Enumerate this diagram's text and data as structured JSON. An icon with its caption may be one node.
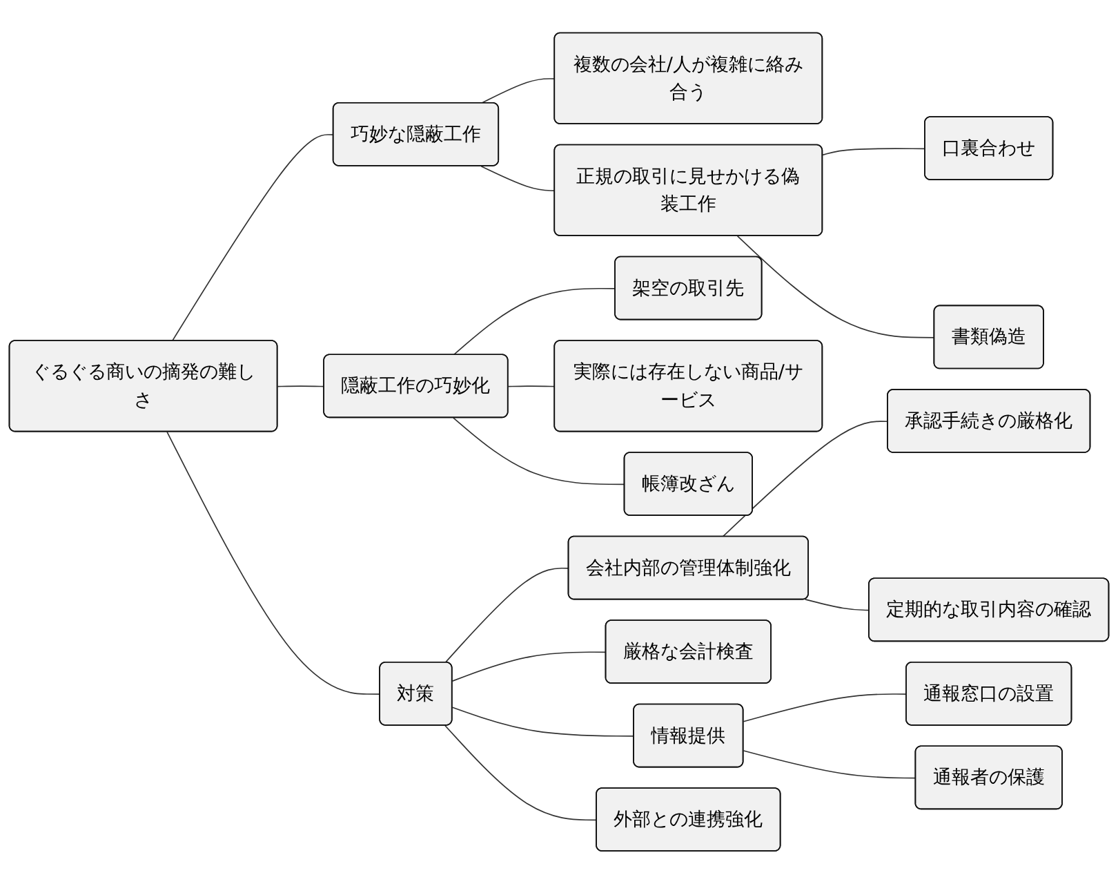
{
  "diagram": {
    "nodes": [
      {
        "text": [
          "ぐるぐる商いの摘発の難しさ"
        ]
      },
      {
        "text": [
          "巧妙な隠蔽工作"
        ]
      },
      {
        "text": [
          "複数の会社/人が複雑に絡み合う"
        ]
      },
      {
        "text": [
          "正規の取引に見せかける偽装工作"
        ]
      },
      {
        "text": [
          "口裏合わせ"
        ]
      },
      {
        "text": [
          "書類偽造"
        ]
      },
      {
        "text": [
          "隠蔽工作の巧妙化"
        ]
      },
      {
        "text": [
          "架空の取引先"
        ]
      },
      {
        "text": [
          "実際には存在しない商品/サービス"
        ]
      },
      {
        "text": [
          "帳簿改ざん"
        ]
      },
      {
        "text": [
          "対策"
        ]
      },
      {
        "text": [
          "会社内部の管理体制強化"
        ]
      },
      {
        "text": [
          "承認手続きの厳格化"
        ]
      },
      {
        "text": [
          "定期的な取引内容の確認"
        ]
      },
      {
        "text": [
          "厳格な会計検査"
        ]
      },
      {
        "text": [
          "情報提供"
        ]
      },
      {
        "text": [
          "通報窓口の設置"
        ]
      },
      {
        "text": [
          "通報者の保護"
        ]
      },
      {
        "text": [
          "外部との連携強化"
        ]
      }
    ],
    "edges": [
      {
        "from": 0,
        "to": 1,
        "arrow": "none"
      },
      {
        "from": 1,
        "to": 2,
        "arrow": "none"
      },
      {
        "from": 1,
        "to": 3,
        "arrow": "none"
      },
      {
        "from": 3,
        "to": 4,
        "arrow": "none"
      },
      {
        "from": 3,
        "to": 5,
        "arrow": "none"
      },
      {
        "from": 0,
        "to": 6,
        "arrow": "none"
      },
      {
        "from": 6,
        "to": 7,
        "arrow": "none"
      },
      {
        "from": 6,
        "to": 8,
        "arrow": "none"
      },
      {
        "from": 6,
        "to": 9,
        "arrow": "none"
      },
      {
        "from": 0,
        "to": 10,
        "arrow": "none"
      },
      {
        "from": 10,
        "to": 11,
        "arrow": "none"
      },
      {
        "from": 11,
        "to": 12,
        "arrow": "none"
      },
      {
        "from": 11,
        "to": 13,
        "arrow": "none"
      },
      {
        "from": 10,
        "to": 14,
        "arrow": "none"
      },
      {
        "from": 10,
        "to": 15,
        "arrow": "none"
      },
      {
        "from": 15,
        "to": 16,
        "arrow": "none"
      },
      {
        "from": 15,
        "to": 17,
        "arrow": "none"
      },
      {
        "from": 10,
        "to": 18,
        "arrow": "none"
      }
    ]
  }
}
